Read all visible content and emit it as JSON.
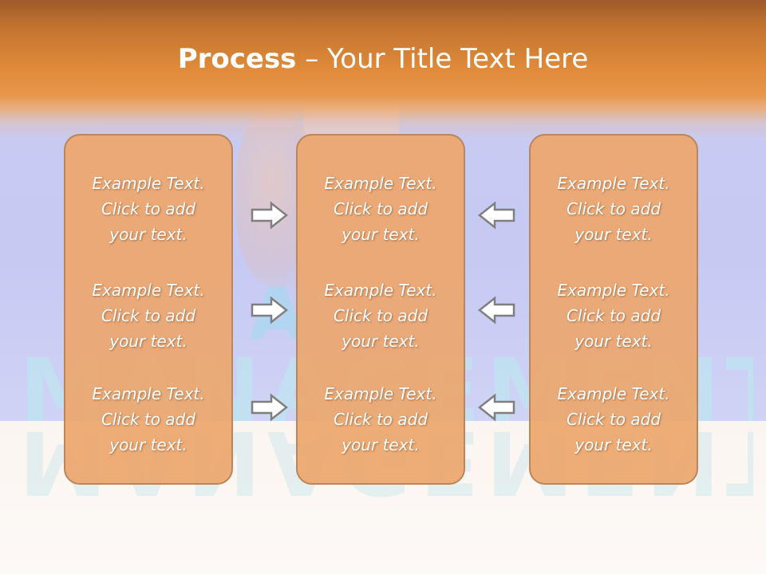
{
  "title": {
    "bold": "Process",
    "rest": " – Your Title Text Here"
  },
  "background": {
    "word": "MANAGEMENT",
    "letter": "A"
  },
  "columns": [
    {
      "items": [
        {
          "line1": "Example Text.",
          "line2": "Click  to add",
          "line3": "your text."
        },
        {
          "line1": "Example Text.",
          "line2": "Click  to add",
          "line3": "your text."
        },
        {
          "line1": "Example Text.",
          "line2": "Click  to add",
          "line3": "your text."
        }
      ]
    },
    {
      "items": [
        {
          "line1": "Example Text.",
          "line2": "Click  to add",
          "line3": "your text."
        },
        {
          "line1": "Example Text.",
          "line2": "Click  to add",
          "line3": "your text."
        },
        {
          "line1": "Example Text.",
          "line2": "Click  to add",
          "line3": "your text."
        }
      ]
    },
    {
      "items": [
        {
          "line1": "Example Text.",
          "line2": "Click  to add",
          "line3": "your text."
        },
        {
          "line1": "Example Text.",
          "line2": "Click  to add",
          "line3": "your text."
        },
        {
          "line1": "Example Text.",
          "line2": "Click  to add",
          "line3": "your text."
        }
      ]
    }
  ],
  "arrows": {
    "left_group": "arrow-right-icon",
    "right_group": "arrow-left-icon"
  },
  "colors": {
    "header": "#e08b3a",
    "box": "#eda66c",
    "box_border": "#b9865d",
    "text": "#ffffff"
  }
}
